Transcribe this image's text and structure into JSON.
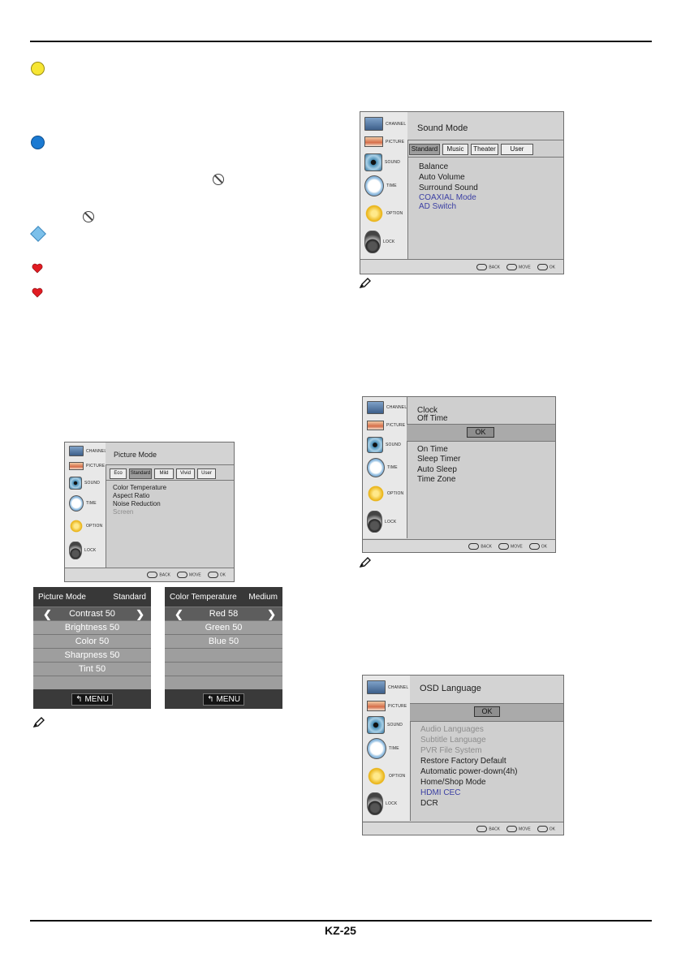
{
  "page": {
    "number": "KZ-25"
  },
  "icons": {
    "bullet_1": "yellow-circle-icon",
    "bullet_2": "blue-circle-icon",
    "bullet_3": "blue-diamond-icon",
    "bullet_4": "red-heart-icon",
    "bullet_5": "red-heart-icon",
    "note": "pencil-note-icon",
    "no_sign": "no-entry-icon"
  },
  "colors": {
    "yellow": "#f7e634",
    "blue": "#1b7ad2",
    "diamond": "#7cc0ea",
    "heart": "#e11b22",
    "highlight_text": "#3b3fa3"
  },
  "sidebar": {
    "channel": "CHANNEL",
    "picture": "PICTURE",
    "sound": "SOUND",
    "time": "TIME",
    "option": "OPTION",
    "lock": "LOCK"
  },
  "footer": {
    "back": "BACK",
    "move": "MOVE",
    "ok": "OK"
  },
  "picture_menu": {
    "title": "Picture Mode",
    "tabs": [
      "Eco",
      "Standard",
      "Mild",
      "Vivid",
      "User"
    ],
    "items": [
      "Color Temperature",
      "Aspect Ratio",
      "Noise Reduction",
      "Screen"
    ]
  },
  "picture_panel": {
    "header_label": "Picture Mode",
    "header_value": "Standard",
    "rows": [
      "Contrast 50",
      "Brightness 50",
      "Color 50",
      "Sharpness 50",
      "Tint 50",
      ""
    ],
    "menu": "MENU"
  },
  "color_temp_panel": {
    "header_label": "Color Temperature",
    "header_value": "Medium",
    "rows": [
      "Red 58",
      "Green 50",
      "Blue 50",
      "",
      "",
      ""
    ],
    "menu": "MENU"
  },
  "sound_menu": {
    "title": "Sound Mode",
    "tabs": [
      "Standard",
      "Music",
      "Theater",
      "User"
    ],
    "items": [
      "Balance",
      "Auto Volume",
      "Surround Sound",
      "COAXIAL Mode",
      "AD Switch"
    ]
  },
  "time_menu": {
    "items_top": [
      "Clock",
      "Off Time"
    ],
    "ok": "OK",
    "items": [
      "On Time",
      "Sleep Timer",
      "Auto Sleep",
      "Time Zone"
    ]
  },
  "option_menu": {
    "title": "OSD Language",
    "ok": "OK",
    "items": [
      "Audio Languages",
      "Subtitle Language",
      "PVR File System",
      "Restore Factory Default",
      "Automatic power-down(4h)",
      "Home/Shop Mode",
      "HDMI CEC",
      "DCR"
    ]
  }
}
